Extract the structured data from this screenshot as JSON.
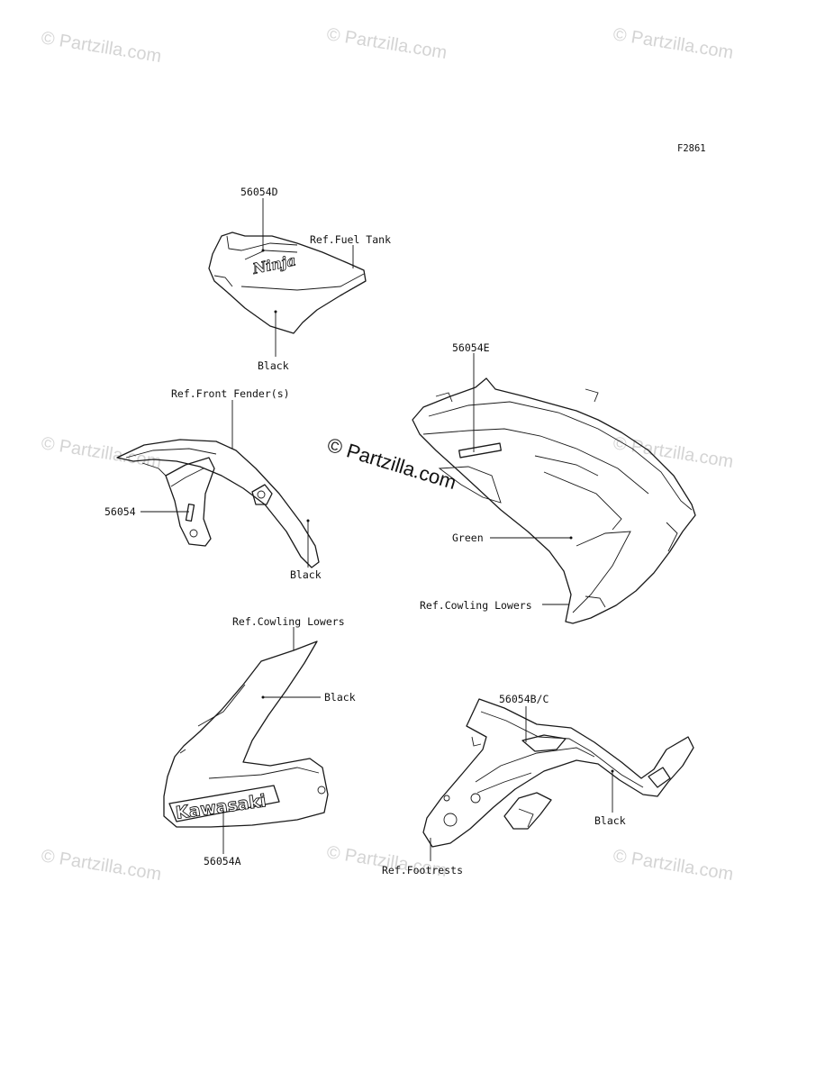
{
  "figure_code": "F2861",
  "watermark": "© Partzilla.com",
  "watermark_center": "© Partzilla.com",
  "labels": {
    "p56054D": "56054D",
    "ref_fuel_tank": "Ref.Fuel Tank",
    "black_tank": "Black",
    "p56054E": "56054E",
    "ref_front_fender": "Ref.Front Fender(s)",
    "p56054": "56054",
    "black_fender": "Black",
    "green": "Green",
    "ref_cowling_lowers_right": "Ref.Cowling Lowers",
    "ref_cowling_lowers_left": "Ref.Cowling Lowers",
    "black_cowl": "Black",
    "p56054BC": "56054B/C",
    "black_frame": "Black",
    "p56054A": "56054A",
    "ref_footrests": "Ref.Footrests"
  },
  "decals": {
    "ninja": "Ninja",
    "kawasaki": "Kawasaki"
  }
}
